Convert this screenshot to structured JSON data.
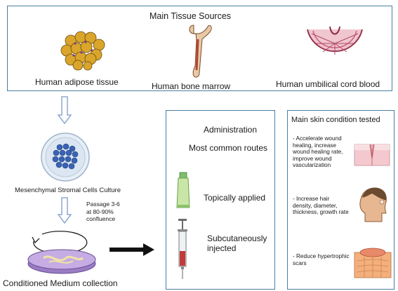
{
  "sources": {
    "title": "Main Tissue Sources",
    "adipose_label": "Human adipose tissue",
    "bone_label": "Human bone marrow",
    "cord_label": "Human umbilical cord blood"
  },
  "culture": {
    "label": "Mesenchymal Stromal Cells Culture",
    "passage_line1": "Passage 3-6",
    "passage_line2": "at 80-90%",
    "passage_line3": "confluence",
    "collection_label": "Conditioned Medium collection"
  },
  "administration": {
    "title": "Administration",
    "subtitle": "Most common routes",
    "topical_label": "Topically applied",
    "subcut_line1": "Subcutaneously",
    "subcut_line2": "injected"
  },
  "skin": {
    "title": "Main skin condition tested",
    "item1_line1": "- Accelerate wound",
    "item1_line2": "healing,  increase",
    "item1_line3": "wound healing rate,",
    "item1_line4": "improve wound",
    "item1_line5": "vascularization",
    "item2_line1": "- Increase hair",
    "item2_line2": "density, diameter,",
    "item2_line3": "thickness, growth rate",
    "item3_line1": "- Reduce hypertrophic",
    "item3_line2": "scars"
  },
  "colors": {
    "panel_border": "#4a7ea0",
    "arrow_outline": "#8fa8cf",
    "fat_yellow": "#d9a62b",
    "bone": "#e8c9a6",
    "cord_pink": "#c7607a",
    "cell_blue": "#3b63b3",
    "medium_purple": "#b59ad6"
  }
}
